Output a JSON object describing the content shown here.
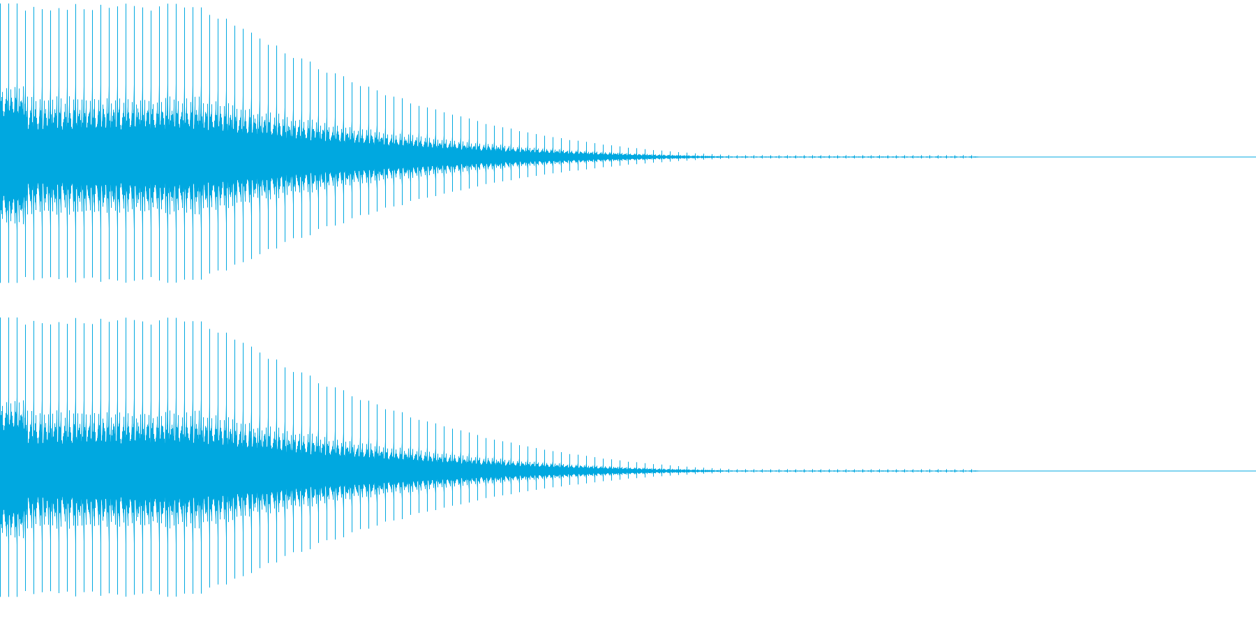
{
  "waveform": {
    "color": "#00a8e0",
    "channels": [
      {
        "label": ""
      },
      {
        "label": ""
      }
    ],
    "envelope": {
      "sustain_fraction": 0.16,
      "decay_end_fraction": 0.68,
      "tail_end_fraction": 1.0
    }
  }
}
